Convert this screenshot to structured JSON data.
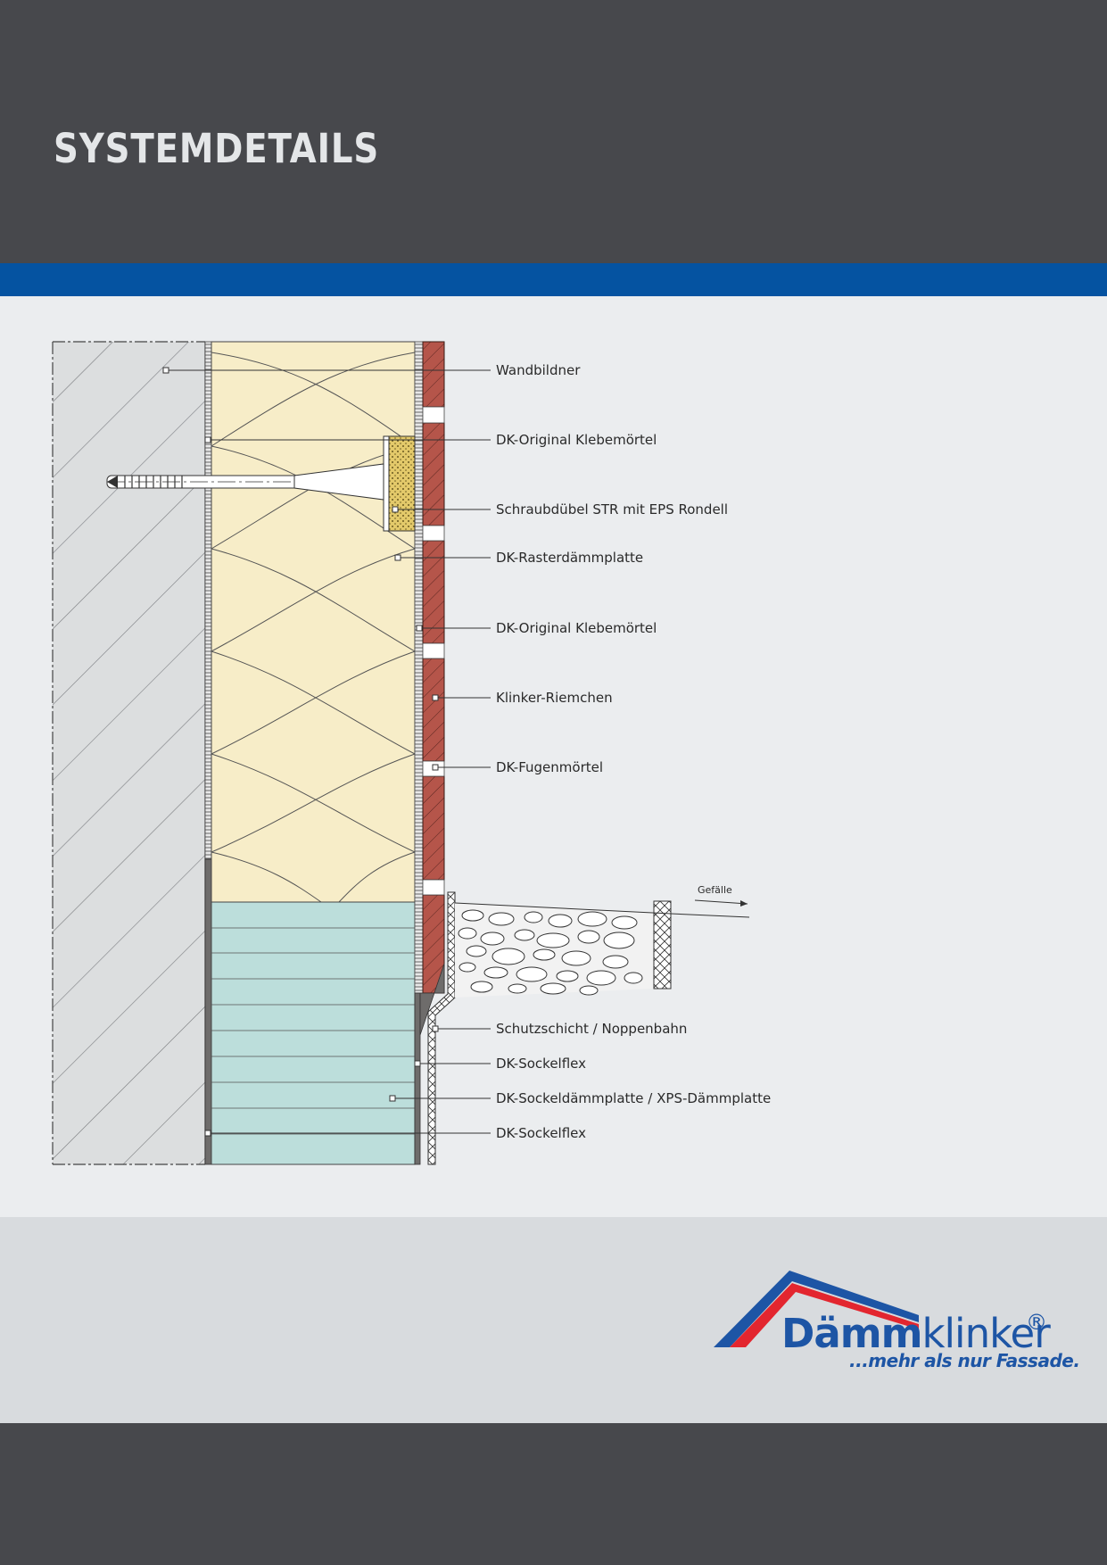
{
  "header": {
    "title": "SYSTEMDETAILS"
  },
  "diagram": {
    "labels": [
      "Wandbildner",
      "DK-Original Klebemörtel",
      "Schraubdübel STR mit EPS Rondell",
      "DK-Rasterdämmplatte",
      "DK-Original Klebemörtel",
      "Klinker-Riemchen",
      "DK-Fugenmörtel",
      "Schutzschicht / Noppenbahn",
      "DK-Sockelflex",
      "DK-Sockeldämmplatte / XPS-Dämmplatte",
      "DK-Sockelflex"
    ],
    "slope_label": "Gefälle"
  },
  "logo": {
    "brand_part1": "Dämm",
    "brand_part2": "klinker",
    "registered": "®",
    "tagline": "...mehr als nur Fassade."
  },
  "colors": {
    "dark_band": "#47484c",
    "blue_band": "#0553a1",
    "logo_blue": "#1d55a5",
    "logo_red": "#e3262f",
    "insulation": "#f7edc8",
    "xps": "#bcdedb",
    "brick": "#b5554a",
    "wall": "#dcdedf"
  }
}
